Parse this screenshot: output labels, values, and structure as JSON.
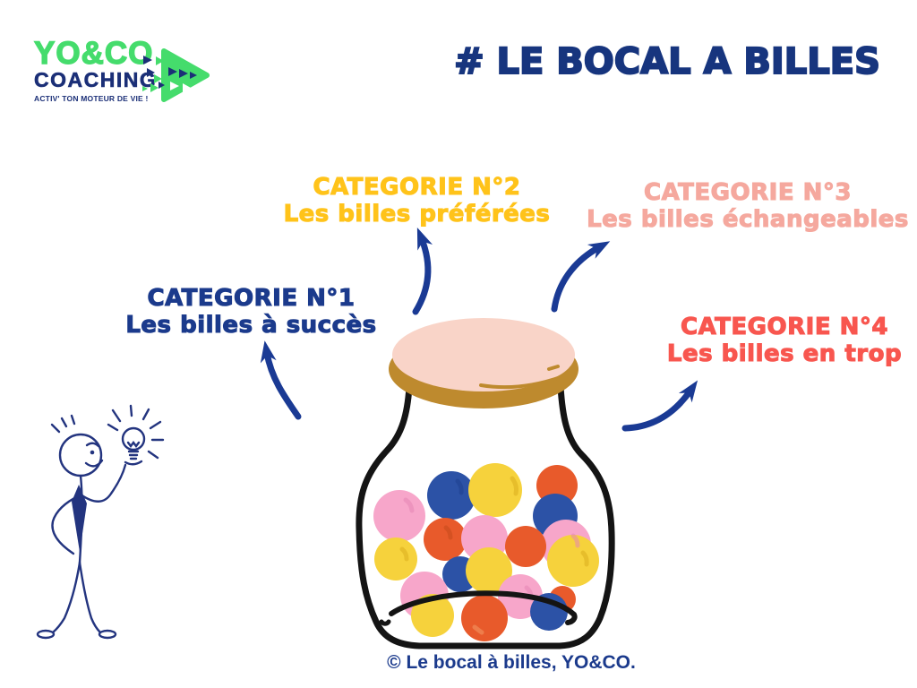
{
  "logo": {
    "brand": "YO&CO",
    "brand_sub": "COACHING",
    "tagline": "ACTIV' TON MOTEUR DE VIE !"
  },
  "title": "# LE BOCAL A BILLES",
  "categories": [
    {
      "label": "CATEGORIE N°1",
      "sublabel": "Les billes à succès"
    },
    {
      "label": "CATEGORIE N°2",
      "sublabel": "Les billes préférées"
    },
    {
      "label": "CATEGORIE N°3",
      "sublabel": "Les billes échangeables"
    },
    {
      "label": "CATEGORIE N°4",
      "sublabel": "Les billes en trop"
    }
  ],
  "footer": {
    "copyright": "© Le bocal à billes, YO&CO."
  },
  "palette": {
    "navy": "#1B3A8C",
    "title_navy": "#17357E",
    "arrow_navy": "#1A3A94",
    "logo_green": "#45DC6C",
    "logo_navy": "#1B2F77",
    "cat1": "#1B3A8C",
    "cat2": "#FFC31A",
    "cat3": "#F5A89E",
    "cat4": "#F8564F",
    "marble_pink": "#F7A6CA",
    "marble_blue": "#2C52A6",
    "marble_yellow": "#F6D23C",
    "marble_orange": "#E85A2B",
    "lid_pink": "#F9D4C8",
    "lid_gold": "#BE8A2E",
    "ink": "#141414",
    "figure_navy": "#23347F"
  }
}
